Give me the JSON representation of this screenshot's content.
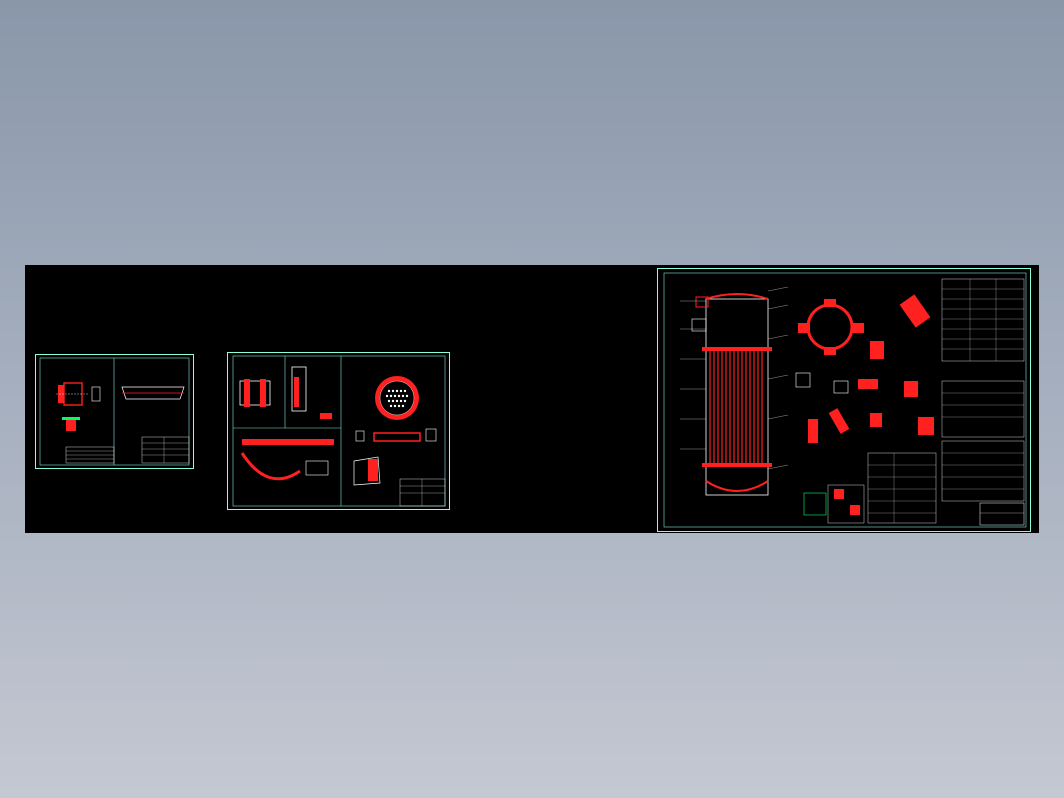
{
  "viewport": {
    "background": "gradient-gray-blue",
    "canvas_color": "#000000"
  },
  "colors": {
    "frame": "#7fe8e0",
    "line": "#ffffff",
    "section": "#ff2020",
    "leader": "#00ff66",
    "text": "#e8e8e8"
  },
  "sheets": [
    {
      "id": "sheet-1",
      "kind": "part drawing (small)",
      "title_block_label": ""
    },
    {
      "id": "sheet-2",
      "kind": "part drawing (medium)",
      "title_block_label": ""
    },
    {
      "id": "sheet-3",
      "kind": "assembly drawing - shell and tube heat exchanger",
      "title_block_label": ""
    }
  ]
}
